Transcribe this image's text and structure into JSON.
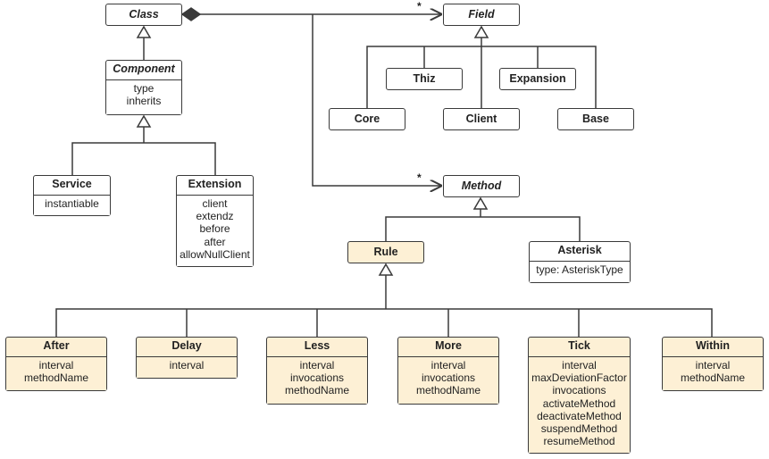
{
  "classes": {
    "class": {
      "name": "Class",
      "attrs": []
    },
    "component": {
      "name": "Component",
      "attrs": [
        "type",
        "inherits"
      ]
    },
    "service": {
      "name": "Service",
      "attrs": [
        "instantiable"
      ]
    },
    "extension": {
      "name": "Extension",
      "attrs": [
        "client",
        "extendz",
        "before",
        "after",
        "allowNullClient"
      ]
    },
    "field": {
      "name": "Field",
      "attrs": []
    },
    "thiz": {
      "name": "Thiz",
      "attrs": []
    },
    "expansion": {
      "name": "Expansion",
      "attrs": []
    },
    "core": {
      "name": "Core",
      "attrs": []
    },
    "client": {
      "name": "Client",
      "attrs": []
    },
    "base": {
      "name": "Base",
      "attrs": []
    },
    "method": {
      "name": "Method",
      "attrs": []
    },
    "rule": {
      "name": "Rule",
      "attrs": []
    },
    "asterisk": {
      "name": "Asterisk",
      "attrs": [
        "type: AsteriskType"
      ]
    },
    "after": {
      "name": "After",
      "attrs": [
        "interval",
        "methodName"
      ]
    },
    "delay": {
      "name": "Delay",
      "attrs": [
        "interval"
      ]
    },
    "less": {
      "name": "Less",
      "attrs": [
        "interval",
        "invocations",
        "methodName"
      ]
    },
    "more": {
      "name": "More",
      "attrs": [
        "interval",
        "invocations",
        "methodName"
      ]
    },
    "tick": {
      "name": "Tick",
      "attrs": [
        "interval",
        "maxDeviationFactor",
        "invocations",
        "activateMethod",
        "deactivateMethod",
        "suspendMethod",
        "resumeMethod"
      ]
    },
    "within": {
      "name": "Within",
      "attrs": [
        "interval",
        "methodName"
      ]
    }
  },
  "multiplicities": {
    "field": "*",
    "method": "*"
  },
  "colors": {
    "highlight": "#fdf0d5",
    "line": "#3a3a3a"
  }
}
